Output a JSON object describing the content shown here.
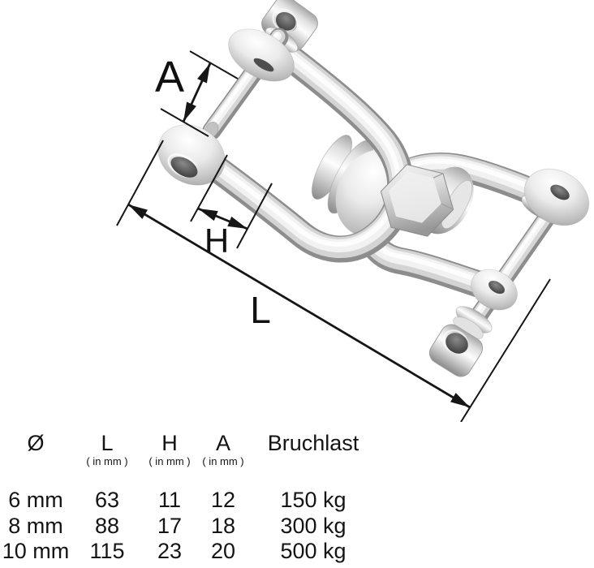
{
  "diagram": {
    "labels": {
      "A": "A",
      "H": "H",
      "L": "L"
    }
  },
  "table": {
    "headers": [
      {
        "label": "Ø",
        "sub": ""
      },
      {
        "label": "L",
        "sub": "( in mm )"
      },
      {
        "label": "H",
        "sub": "( in mm )"
      },
      {
        "label": "A",
        "sub": "( in mm )"
      },
      {
        "label": "Bruchlast",
        "sub": ""
      }
    ],
    "rows": [
      [
        "6 mm",
        "63",
        "11",
        "12",
        "150 kg"
      ],
      [
        "8 mm",
        "88",
        "17",
        "18",
        "300 kg"
      ],
      [
        "10 mm",
        "115",
        "23",
        "20",
        "500 kg"
      ]
    ]
  },
  "colors": {
    "background": "#ffffff",
    "line": "#161616",
    "metal_light": "#f5f5f5",
    "metal_mid": "#c9c9c9",
    "metal_dark": "#8b8b8b",
    "hole_dark": "#3a3a3a"
  }
}
